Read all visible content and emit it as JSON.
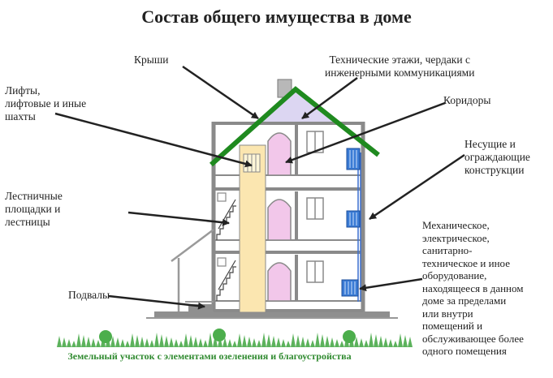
{
  "title": "Состав общего имущества в доме",
  "labels": {
    "roofs": [
      "Крыши"
    ],
    "technical_floors": [
      "Технические этажи, чердаки с",
      "инженерными коммуникациями"
    ],
    "elevators": [
      "Лифты,",
      "лифтовые и иные",
      "шахты"
    ],
    "corridors": [
      "Коридоры"
    ],
    "structures": [
      "Несущие и",
      "ограждающие",
      "конструкции"
    ],
    "stairs": [
      "Лестничные",
      "площадки и",
      "лестницы"
    ],
    "equipment": [
      "Механическое,",
      "электрическое,",
      "санитарно-",
      "техническое и иное",
      "оборудование,",
      "находящееся в данном",
      "доме за пределами",
      "или внутри",
      "помещений и",
      "обслуживающее более",
      "одного помещения"
    ],
    "basements": [
      "Подвалы"
    ]
  },
  "ground_caption": "Земельный участок с элементами озеленения и благоустройства",
  "colors": {
    "roof": "#1f8a1f",
    "attic_fill": "#dcd6f2",
    "shaft": "#fbe6b0",
    "door": "#f2c7ea",
    "radiator": "#3a7bd5",
    "pipe": "#3a6fcf",
    "grass": "#3fa43f",
    "ground_text": "#2f8a2f"
  }
}
